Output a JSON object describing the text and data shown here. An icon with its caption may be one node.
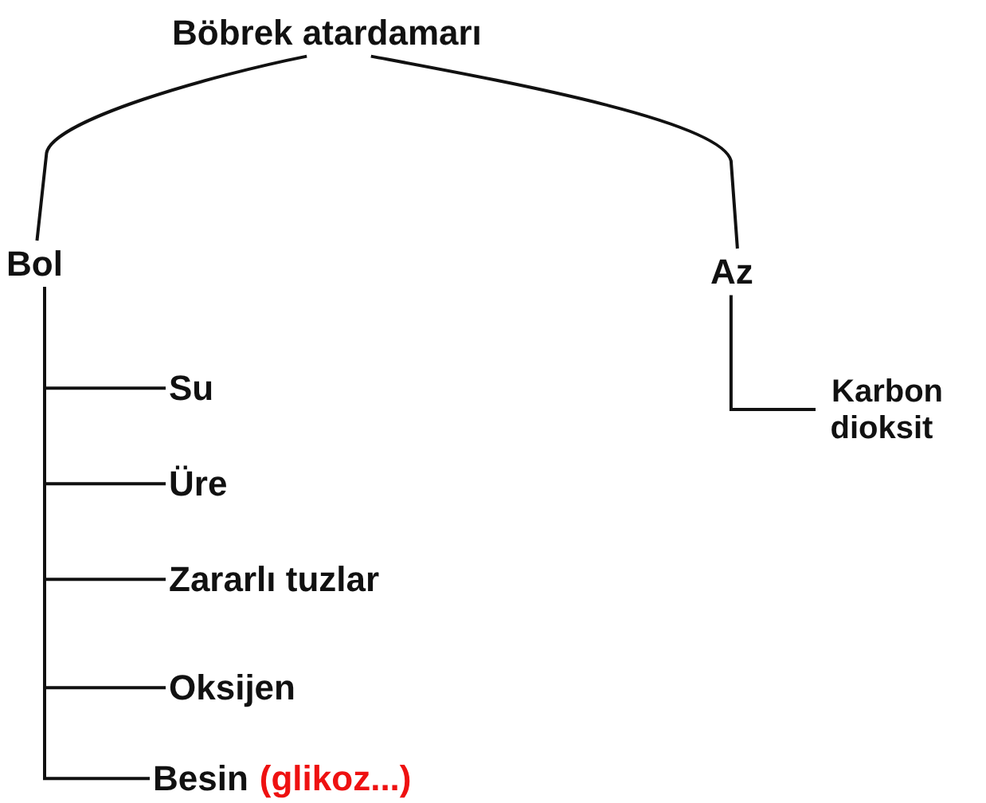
{
  "diagram": {
    "nodes": [
      {
        "text": [
          "Böbrek atardamarı"
        ]
      },
      {
        "text": [
          "Bol"
        ]
      },
      {
        "text": [
          "Az"
        ]
      },
      {
        "text": [
          "Su"
        ]
      },
      {
        "text": [
          "Üre"
        ]
      },
      {
        "text": [
          "Zararlı tuzlar"
        ]
      },
      {
        "text": [
          "Oksijen"
        ]
      },
      {
        "text": [
          "Besin",
          "(glikoz...)"
        ]
      },
      {
        "text": [
          "Karbon dioksit"
        ]
      }
    ],
    "edges": [
      {
        "from": 0,
        "to": 1,
        "arrow": "none"
      },
      {
        "from": 0,
        "to": 2,
        "arrow": "none"
      },
      {
        "from": 1,
        "to": 3,
        "arrow": "none"
      },
      {
        "from": 1,
        "to": 4,
        "arrow": "none"
      },
      {
        "from": 1,
        "to": 5,
        "arrow": "none"
      },
      {
        "from": 1,
        "to": 6,
        "arrow": "none"
      },
      {
        "from": 1,
        "to": 7,
        "arrow": "none"
      },
      {
        "from": 2,
        "to": 8,
        "arrow": "none"
      }
    ]
  }
}
